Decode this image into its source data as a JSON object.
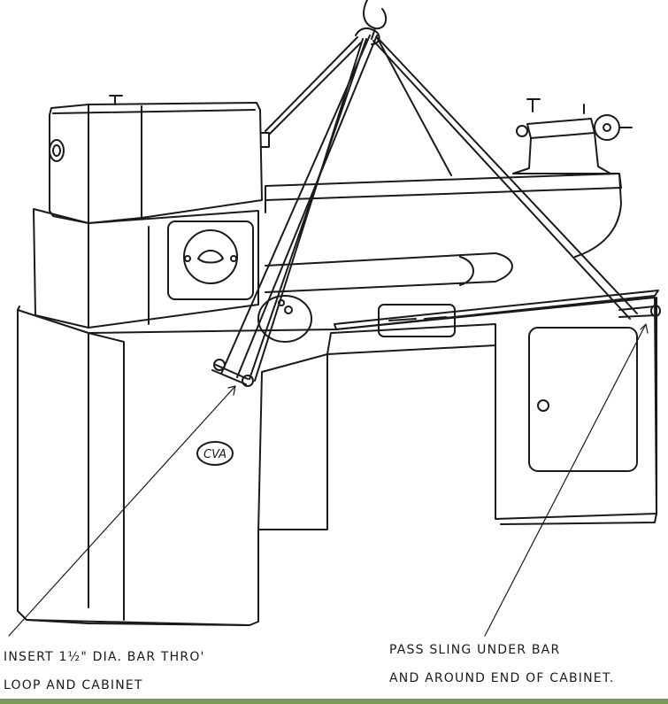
{
  "annotations": {
    "left": {
      "line1": "INSERT  1½\"  DIA.  BAR  THRO'",
      "line2": "LOOP  AND  CABINET"
    },
    "right": {
      "line1": "PASS  SLING  UNDER  BAR",
      "line2": "AND  AROUND END  OF  CABINET."
    }
  },
  "badge": {
    "text": "CVA"
  },
  "colors": {
    "ink": "#1a1a1a",
    "paper": "#ffffff",
    "bottom_rule": "#7d9a5d"
  }
}
